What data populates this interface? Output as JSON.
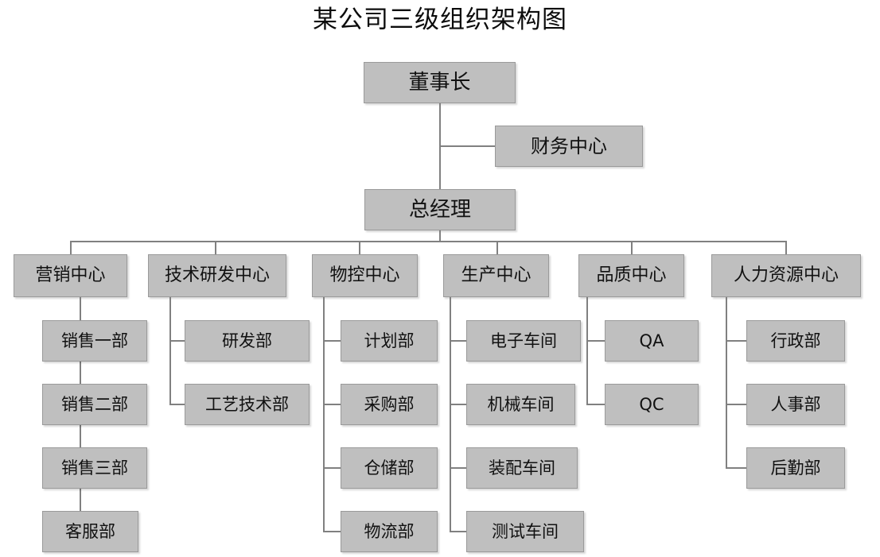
{
  "title": "某公司三级组织架构图",
  "palette": {
    "node_fill": "#bfbfbf",
    "node_border": "#9a9a9a",
    "connector": "#808080",
    "text": "#111111",
    "background": "#ffffff"
  },
  "nodes": {
    "chairman": "董事长",
    "finance_center": "财务中心",
    "general_manager": "总经理",
    "centers": [
      "营销中心",
      "技术研发中心",
      "物控中心",
      "生产中心",
      "品质中心",
      "人力资源中心"
    ],
    "marketing_children": [
      "销售一部",
      "销售二部",
      "销售三部",
      "客服部"
    ],
    "rd_children": [
      "研发部",
      "工艺技术部"
    ],
    "material_children": [
      "计划部",
      "采购部",
      "仓储部",
      "物流部"
    ],
    "production_children": [
      "电子车间",
      "机械车间",
      "装配车间",
      "测试车间"
    ],
    "quality_children": [
      "QA",
      "QC"
    ],
    "hr_children": [
      "行政部",
      "人事部",
      "后勤部"
    ]
  }
}
